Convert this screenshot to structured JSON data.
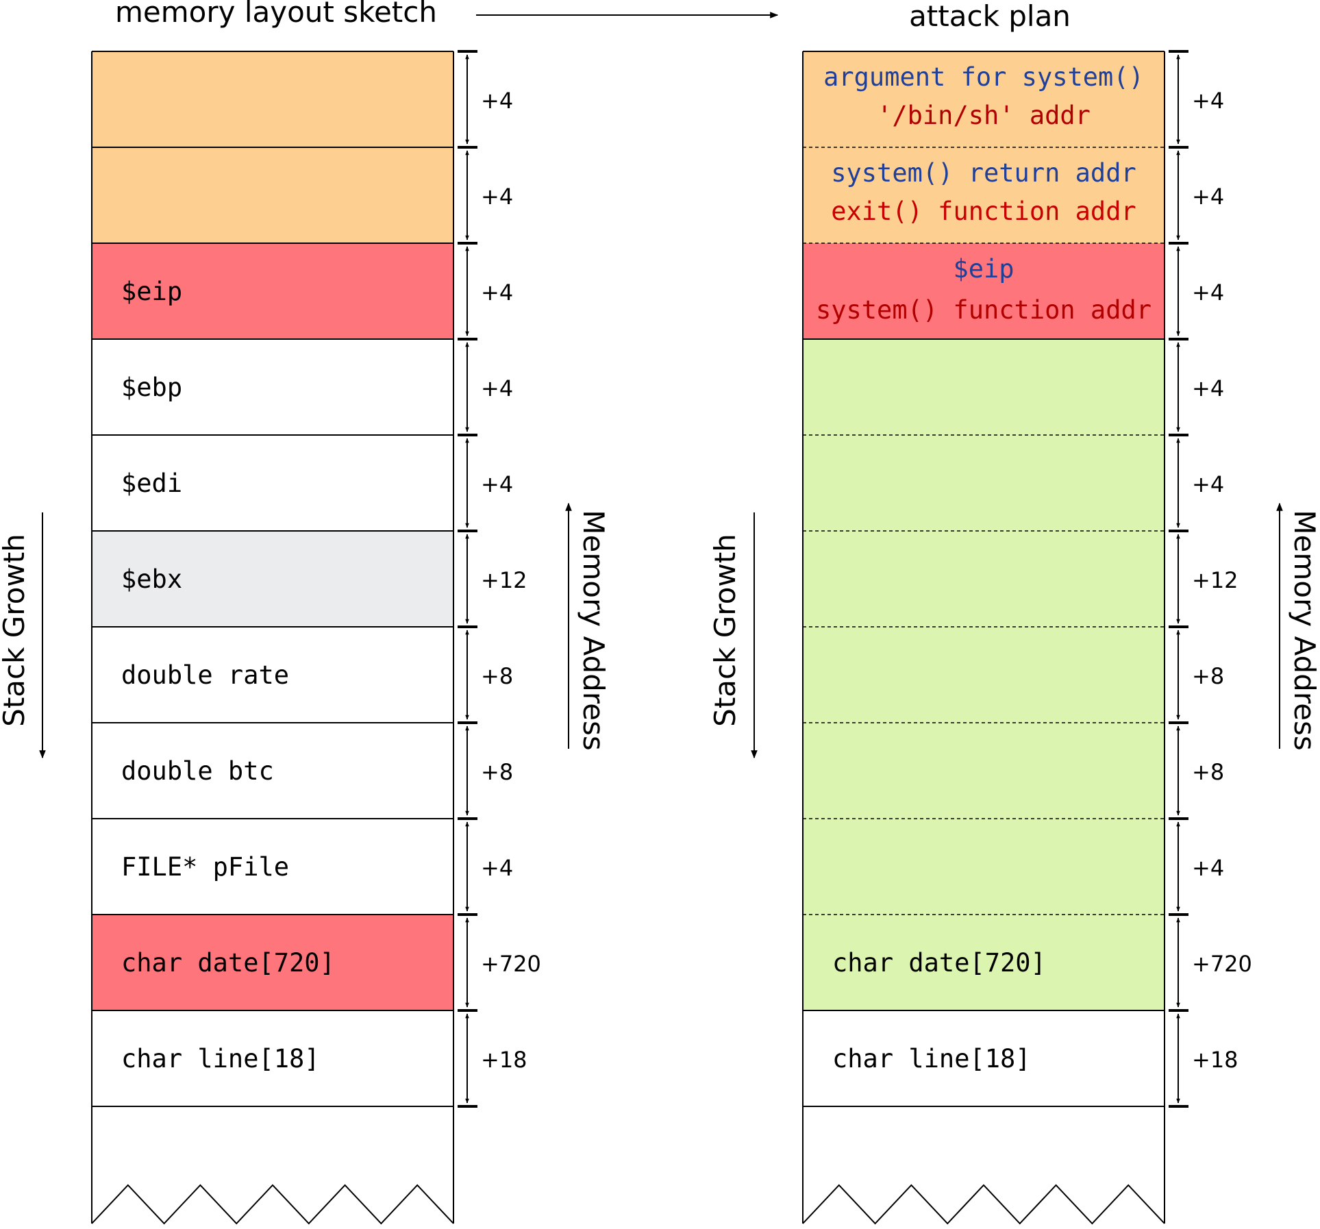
{
  "colors": {
    "orange": "#fdd092",
    "red": "#ff757c",
    "gray": "#ebeced",
    "white": "#ffffff",
    "green": "#dbf5b1",
    "blue_text": "#1f3f99",
    "red_text": "#c80000",
    "dark_red_text": "#b00000",
    "black": "#000000"
  },
  "left": {
    "title": "memory layout sketch",
    "stack_growth_label": "Stack Growth",
    "memory_address_label": "Memory Address",
    "rows": [
      {
        "label": "",
        "size": "+4",
        "fill": "orange"
      },
      {
        "label": "",
        "size": "+4",
        "fill": "orange"
      },
      {
        "label": "$eip",
        "size": "+4",
        "fill": "red"
      },
      {
        "label": "$ebp",
        "size": "+4",
        "fill": "white"
      },
      {
        "label": "$edi",
        "size": "+4",
        "fill": "white"
      },
      {
        "label": "$ebx",
        "size": "+12",
        "fill": "gray"
      },
      {
        "label": "double rate",
        "size": "+8",
        "fill": "white"
      },
      {
        "label": "double btc",
        "size": "+8",
        "fill": "white"
      },
      {
        "label": "FILE* pFile",
        "size": "+4",
        "fill": "white"
      },
      {
        "label": "char date[720]",
        "size": "+720",
        "fill": "red"
      },
      {
        "label": "char line[18]",
        "size": "+18",
        "fill": "white"
      }
    ]
  },
  "right": {
    "title": "attack plan",
    "stack_growth_label": "Stack Growth",
    "memory_address_label": "Memory Address",
    "rows": [
      {
        "line1": "argument for system()",
        "line2": "'/bin/sh' addr",
        "line2_color": "dark_red_text",
        "size": "+4",
        "fill": "orange"
      },
      {
        "line1": "system() return addr",
        "line2": "exit() function addr",
        "line2_color": "red_text",
        "size": "+4",
        "fill": "orange"
      },
      {
        "line1": "$eip",
        "line2": "system() function addr",
        "line2_color": "dark_red_text",
        "size": "+4",
        "fill": "red"
      },
      {
        "size": "+4",
        "fill": "green"
      },
      {
        "size": "+4",
        "fill": "green"
      },
      {
        "size": "+12",
        "fill": "green"
      },
      {
        "size": "+8",
        "fill": "green"
      },
      {
        "size": "+8",
        "fill": "green"
      },
      {
        "size": "+4",
        "fill": "green"
      },
      {
        "label": "char date[720]",
        "size": "+720",
        "fill": "green"
      },
      {
        "label": "char line[18]",
        "size": "+18",
        "fill": "white"
      }
    ]
  }
}
